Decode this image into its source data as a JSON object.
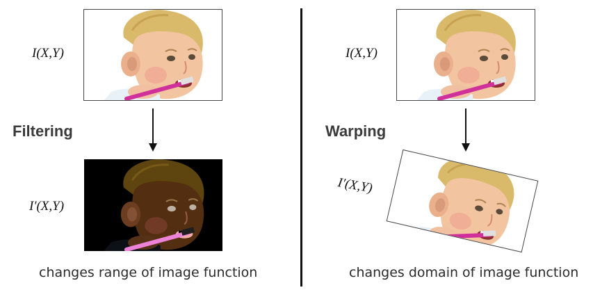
{
  "left_panel": {
    "title": "Filtering",
    "input_label": "I(X,Y)",
    "output_label": "I′(X,Y)",
    "caption": "changes range of image function"
  },
  "right_panel": {
    "title": "Warping",
    "input_label": "I(X,Y)",
    "output_label": "I′(X,Y)",
    "caption": "changes domain of image function"
  },
  "icons": {
    "arrow": "down-arrow-icon",
    "photo": "child-brushing-teeth-photo"
  }
}
